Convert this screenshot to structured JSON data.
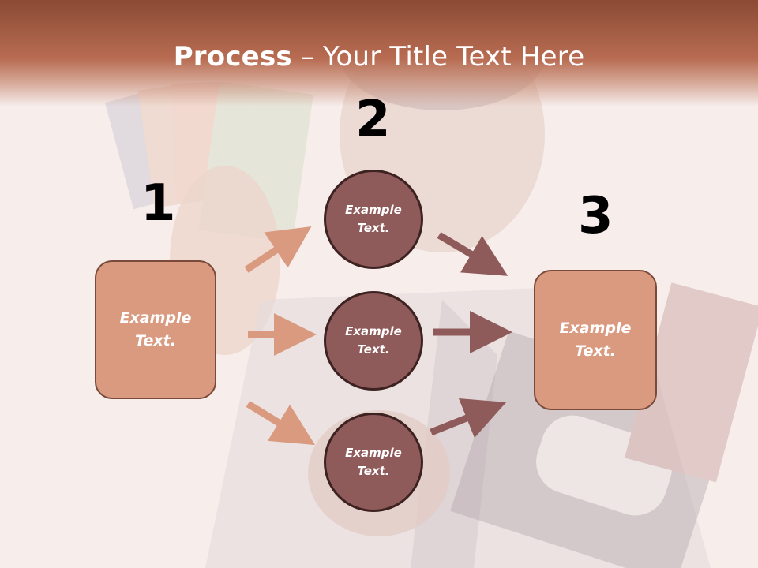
{
  "slide": {
    "title_bold": "Process",
    "title_rest": " – Your Title Text Here"
  },
  "numbers": [
    "1",
    "2",
    "3"
  ],
  "left_box": {
    "text": "Example\nText."
  },
  "right_box": {
    "text": "Example\nText."
  },
  "circles": [
    {
      "text": "Example\nText."
    },
    {
      "text": "Example\nText."
    },
    {
      "text": "Example\nText."
    }
  ],
  "colors": {
    "header": "#a8604a",
    "box_fill": "#d99a80",
    "circle_fill": "#8f5a5a",
    "arrow_light": "#d99a80",
    "arrow_dark": "#8f5a5a"
  }
}
